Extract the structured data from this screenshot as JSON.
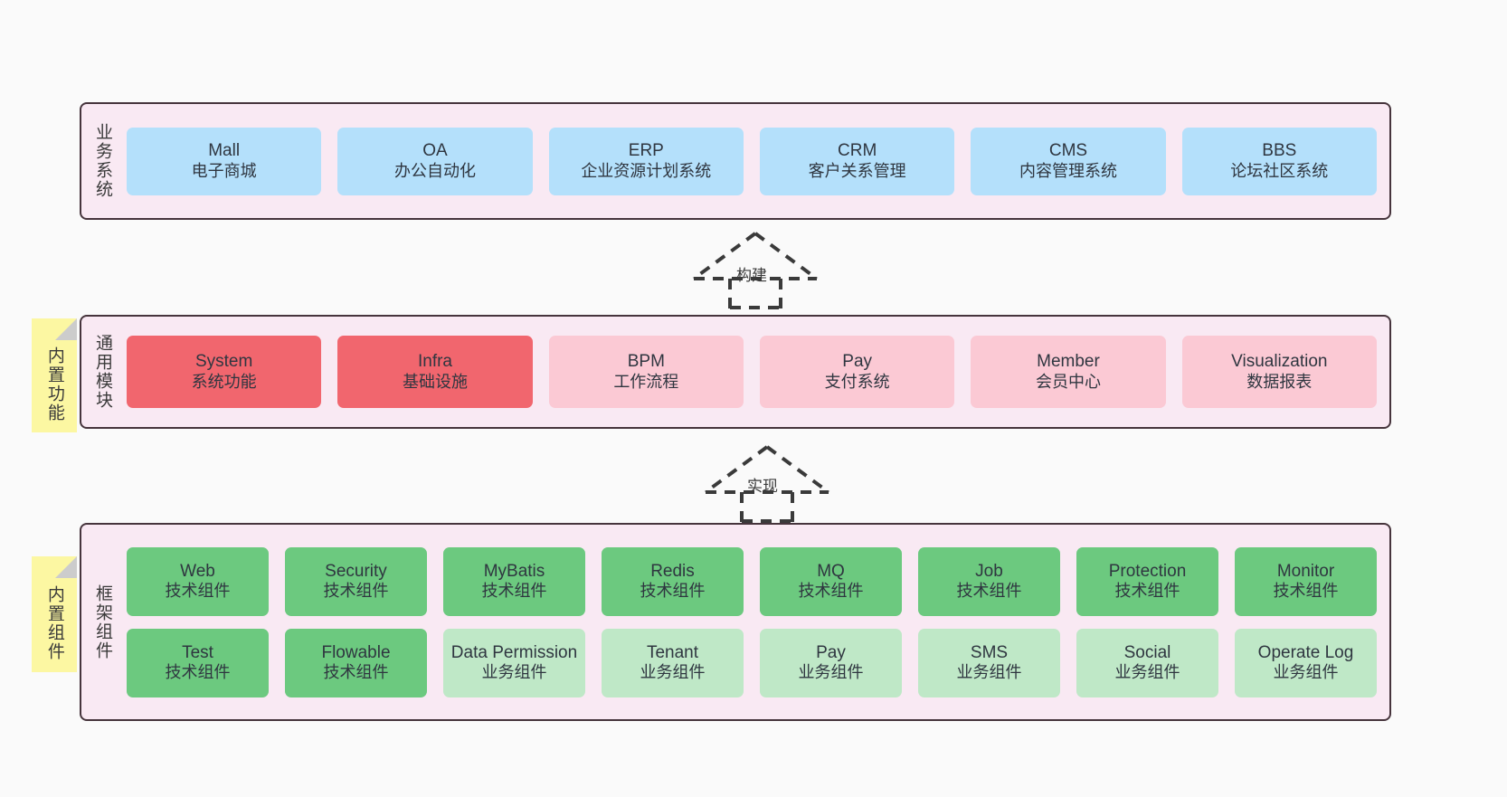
{
  "diagram": {
    "layers": [
      {
        "key": "business",
        "label": "业务系统",
        "rows": [
          {
            "style": "c-blue",
            "cards": [
              {
                "title": "Mall",
                "subtitle": "电子商城"
              },
              {
                "title": "OA",
                "subtitle": "办公自动化"
              },
              {
                "title": "ERP",
                "subtitle": "企业资源计划系统"
              },
              {
                "title": "CRM",
                "subtitle": "客户关系管理"
              },
              {
                "title": "CMS",
                "subtitle": "内容管理系统"
              },
              {
                "title": "BBS",
                "subtitle": "论坛社区系统"
              }
            ]
          }
        ]
      },
      {
        "key": "modules",
        "label": "通用模块",
        "sticky": "内置功能",
        "rows": [
          {
            "cards": [
              {
                "title": "System",
                "subtitle": "系统功能",
                "style": "c-red"
              },
              {
                "title": "Infra",
                "subtitle": "基础设施",
                "style": "c-red"
              },
              {
                "title": "BPM",
                "subtitle": "工作流程",
                "style": "c-pink"
              },
              {
                "title": "Pay",
                "subtitle": "支付系统",
                "style": "c-pink"
              },
              {
                "title": "Member",
                "subtitle": "会员中心",
                "style": "c-pink"
              },
              {
                "title": "Visualization",
                "subtitle": "数据报表",
                "style": "c-pink"
              }
            ]
          }
        ]
      },
      {
        "key": "framework",
        "label": "框架组件",
        "sticky": "内置组件",
        "rows": [
          {
            "cards": [
              {
                "title": "Web",
                "subtitle": "技术组件",
                "style": "c-green"
              },
              {
                "title": "Security",
                "subtitle": "技术组件",
                "style": "c-green"
              },
              {
                "title": "MyBatis",
                "subtitle": "技术组件",
                "style": "c-green"
              },
              {
                "title": "Redis",
                "subtitle": "技术组件",
                "style": "c-green"
              },
              {
                "title": "MQ",
                "subtitle": "技术组件",
                "style": "c-green"
              },
              {
                "title": "Job",
                "subtitle": "技术组件",
                "style": "c-green"
              },
              {
                "title": "Protection",
                "subtitle": "技术组件",
                "style": "c-green"
              },
              {
                "title": "Monitor",
                "subtitle": "技术组件",
                "style": "c-green"
              }
            ]
          },
          {
            "cards": [
              {
                "title": "Test",
                "subtitle": "技术组件",
                "style": "c-green"
              },
              {
                "title": "Flowable",
                "subtitle": "技术组件",
                "style": "c-green"
              },
              {
                "title": "Data Permission",
                "subtitle": "业务组件",
                "style": "c-lightgreen"
              },
              {
                "title": "Tenant",
                "subtitle": "业务组件",
                "style": "c-lightgreen"
              },
              {
                "title": "Pay",
                "subtitle": "业务组件",
                "style": "c-lightgreen"
              },
              {
                "title": "SMS",
                "subtitle": "业务组件",
                "style": "c-lightgreen"
              },
              {
                "title": "Social",
                "subtitle": "业务组件",
                "style": "c-lightgreen"
              },
              {
                "title": "Operate Log",
                "subtitle": "业务组件",
                "style": "c-lightgreen"
              }
            ]
          }
        ]
      }
    ],
    "connectors": [
      {
        "key": "build",
        "label": "构建",
        "from": "modules",
        "to": "business",
        "style": "dashed-hollow-triangle"
      },
      {
        "key": "implement",
        "label": "实现",
        "from": "framework",
        "to": "modules",
        "style": "dashed-hollow-triangle"
      }
    ],
    "colors": {
      "canvas_background": "#fafafa",
      "layer_background": "#f9e9f3",
      "layer_border": "#46343c",
      "sticky_background": "#fcf7a2",
      "sticky_fold": "#cccccc",
      "card_blue": "#b4e0fb",
      "card_red": "#f1666e",
      "card_pink": "#fbc9d4",
      "card_green": "#6cc97f",
      "card_light_green": "#bfe8c7",
      "connector": "#3a3a3a"
    }
  }
}
